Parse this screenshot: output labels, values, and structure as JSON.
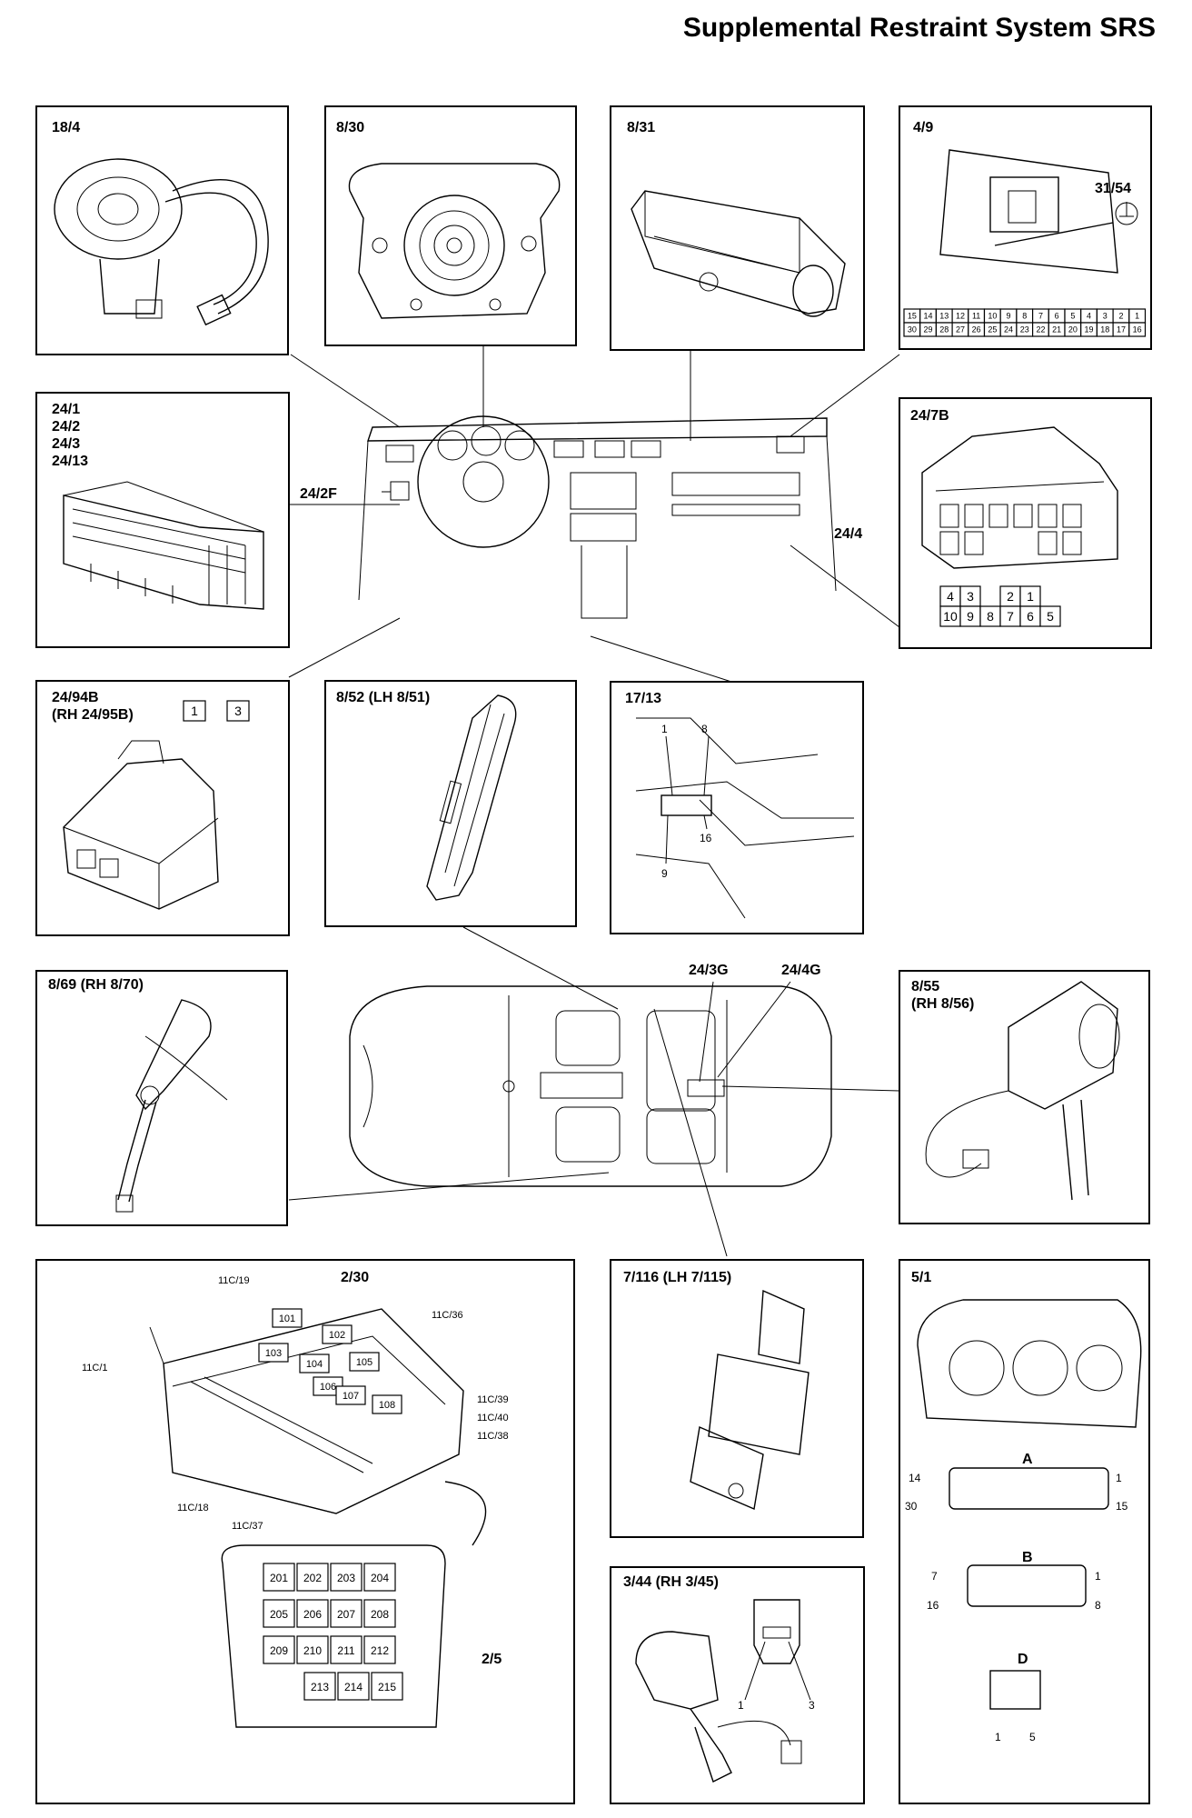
{
  "title": "Supplemental Restraint System SRS",
  "panels": {
    "p18_4": "18/4",
    "p8_30": "8/30",
    "p8_31": "8/31",
    "p4_9": "4/9",
    "p4_9_ground": "31/54",
    "p24_1": [
      "24/1",
      "24/2",
      "24/3",
      "24/13"
    ],
    "p24_7b": "24/7B",
    "p24_94b": [
      "24/94B",
      "(RH 24/95B)"
    ],
    "p8_52": "8/52 (LH 8/51)",
    "p17_13": "17/13",
    "p8_69": "8/69 (RH 8/70)",
    "p8_55": [
      "8/55",
      "(RH 8/56)"
    ],
    "p2_30": "2/30",
    "p2_5": "2/5",
    "p7_116": "7/116 (LH 7/115)",
    "p3_44": "3/44 (RH 3/45)",
    "p5_1": "5/1"
  },
  "callouts": {
    "c24_2f": "24/2F",
    "c24_4": "24/4",
    "c24_3g": "24/3G",
    "c24_4g": "24/4G"
  },
  "pinouts": {
    "p4_9_top": [
      "15",
      "14",
      "13",
      "12",
      "11",
      "10",
      "9",
      "8",
      "7",
      "6",
      "5",
      "4",
      "3",
      "2",
      "1"
    ],
    "p4_9_bottom": [
      "30",
      "29",
      "28",
      "27",
      "26",
      "25",
      "24",
      "23",
      "22",
      "21",
      "20",
      "19",
      "18",
      "17",
      "16"
    ],
    "p24_7b_top": [
      "4",
      "3",
      "2",
      "1"
    ],
    "p24_7b_bottom": [
      "10",
      "9",
      "8",
      "7",
      "6",
      "5"
    ],
    "p24_94b": [
      "1",
      "3"
    ],
    "p17_13": [
      "1",
      "8",
      "16",
      "9"
    ],
    "p3_44": [
      "1",
      "3"
    ],
    "p5_1_a": {
      "label": "A",
      "pins": [
        "14",
        "1",
        "30",
        "15"
      ]
    },
    "p5_1_b": {
      "label": "B",
      "pins": [
        "7",
        "1",
        "16",
        "8"
      ]
    },
    "p5_1_d": {
      "label": "D",
      "pins": [
        "1",
        "5"
      ]
    }
  },
  "fusebox_2_30": [
    "11C/19",
    "11C/36",
    "11C/1",
    "11C/39",
    "11C/40",
    "11C/38",
    "11C/18",
    "11C/37",
    "101",
    "102",
    "103",
    "104",
    "105",
    "106",
    "107",
    "108"
  ],
  "fusebox_2_5": [
    "201",
    "202",
    "203",
    "204",
    "205",
    "206",
    "207",
    "208",
    "209",
    "210",
    "211",
    "212",
    "213",
    "214",
    "215"
  ]
}
